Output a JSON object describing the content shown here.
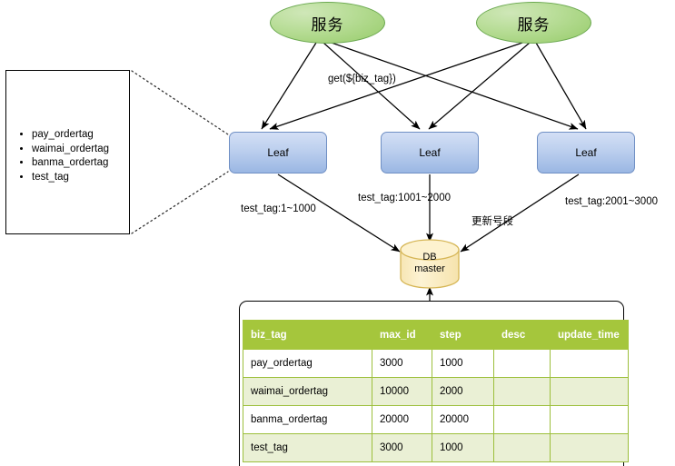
{
  "diagram": {
    "services": [
      {
        "label": "服务"
      },
      {
        "label": "服务"
      }
    ],
    "leaf_nodes": [
      {
        "label": "Leaf"
      },
      {
        "label": "Leaf"
      },
      {
        "label": "Leaf"
      }
    ],
    "database": {
      "line1": "DB",
      "line2": "master"
    },
    "edge_labels": {
      "get_call": "get(${biz_tag})",
      "range_left": "test_tag:1~1000",
      "range_middle": "test_tag:1001~2000",
      "range_right": "test_tag:2001~3000",
      "update_segment": "更新号段"
    },
    "tag_box": {
      "items": [
        "pay_ordertag",
        "waimai_ordertag",
        "banma_ordertag",
        "test_tag"
      ]
    }
  },
  "table": {
    "columns": [
      "biz_tag",
      "max_id",
      "step",
      "desc",
      "update_time"
    ],
    "rows": [
      {
        "biz_tag": "pay_ordertag",
        "max_id": "3000",
        "step": "1000",
        "desc": "",
        "update_time": ""
      },
      {
        "biz_tag": "waimai_ordertag",
        "max_id": "10000",
        "step": "2000",
        "desc": "",
        "update_time": ""
      },
      {
        "biz_tag": "banma_ordertag",
        "max_id": "20000",
        "step": "20000",
        "desc": "",
        "update_time": ""
      },
      {
        "biz_tag": "test_tag",
        "max_id": "3000",
        "step": "1000",
        "desc": "",
        "update_time": ""
      }
    ]
  },
  "colors": {
    "service_fill": "#a9d47f",
    "leaf_fill": "#bccfee",
    "db_fill": "#fbeec4",
    "table_header": "#a5c63c",
    "table_alt_row": "#eaf0d5"
  }
}
